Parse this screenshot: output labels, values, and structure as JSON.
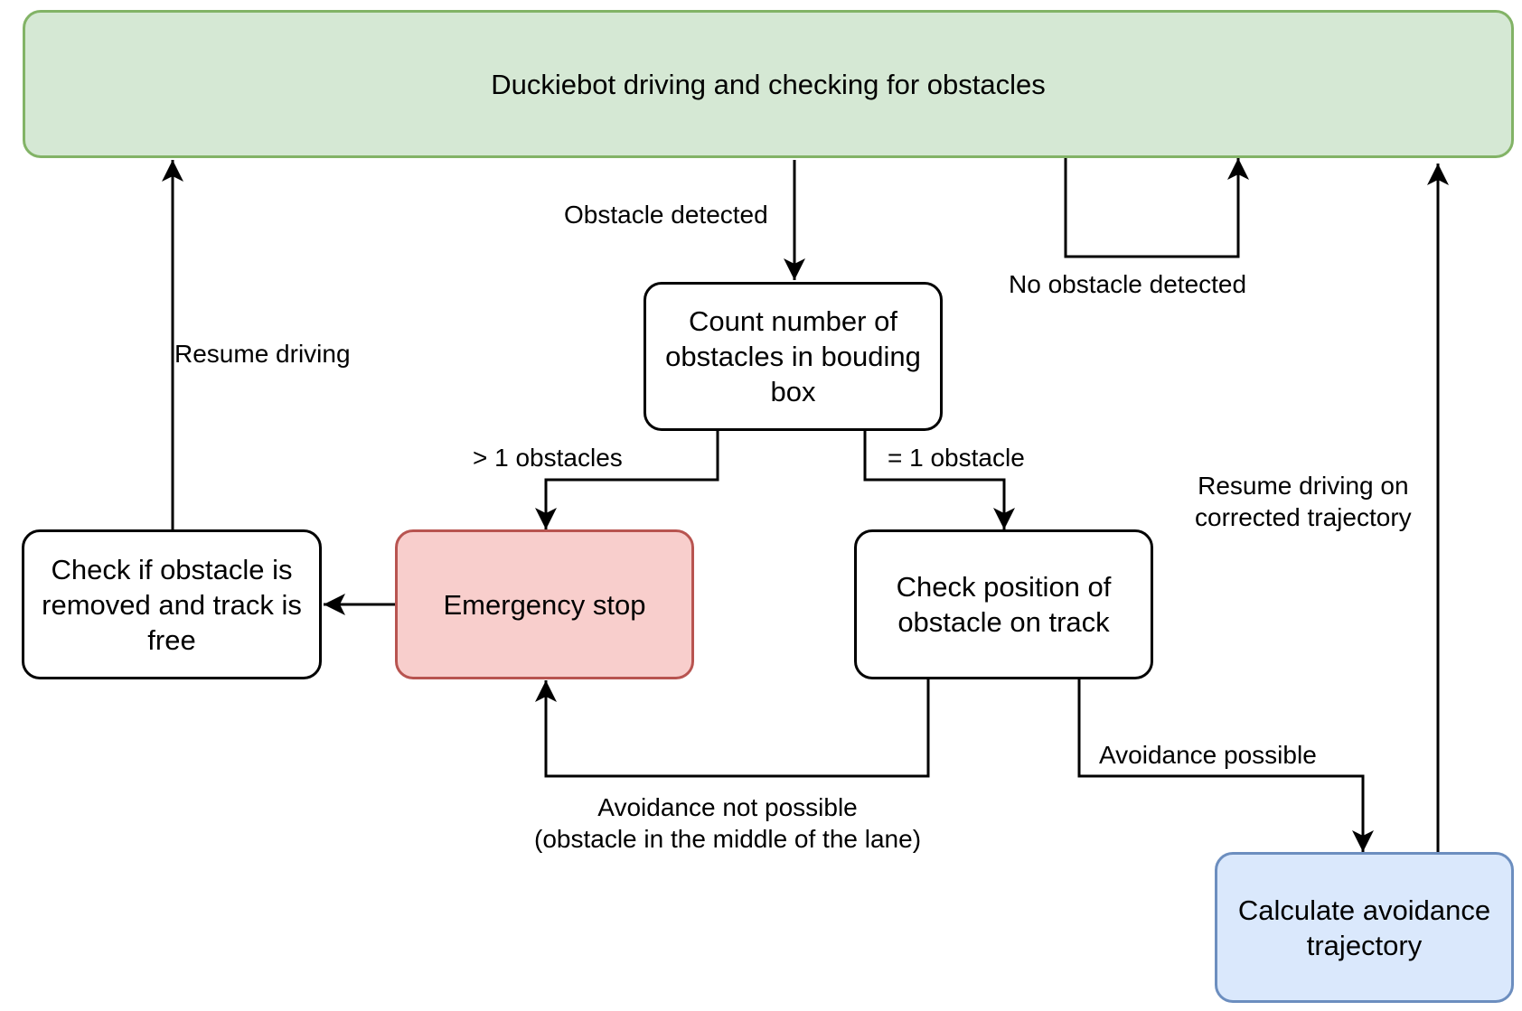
{
  "nodes": {
    "driving": {
      "text": "Duckiebot driving and checking for obstacles",
      "fill": "#d5e8d4",
      "stroke": "#82b366"
    },
    "count": {
      "text": "Count number of obstacles in bouding box",
      "fill": "#ffffff",
      "stroke": "#000000"
    },
    "emergency": {
      "text": "Emergency stop",
      "fill": "#f8cecc",
      "stroke": "#b85450"
    },
    "check_removed": {
      "text": "Check if obstacle is removed and track is free",
      "fill": "#ffffff",
      "stroke": "#000000"
    },
    "check_position": {
      "text": "Check position of obstacle on track",
      "fill": "#ffffff",
      "stroke": "#000000"
    },
    "calculate": {
      "text": "Calculate avoidance trajectory",
      "fill": "#dae8fc",
      "stroke": "#6c8ebf"
    }
  },
  "edges": {
    "obstacle_detected": "Obstacle detected",
    "no_obstacle_detected": "No obstacle detected",
    "resume_driving": "Resume driving",
    "more_than_one": "> 1 obstacles",
    "exactly_one": "= 1 obstacle",
    "resume_corrected_line1": "Resume driving on",
    "resume_corrected_line2": "corrected trajectory",
    "avoidance_possible": "Avoidance possible",
    "avoidance_not_possible_line1": "Avoidance not possible",
    "avoidance_not_possible_line2": "(obstacle in the middle of the lane)"
  }
}
